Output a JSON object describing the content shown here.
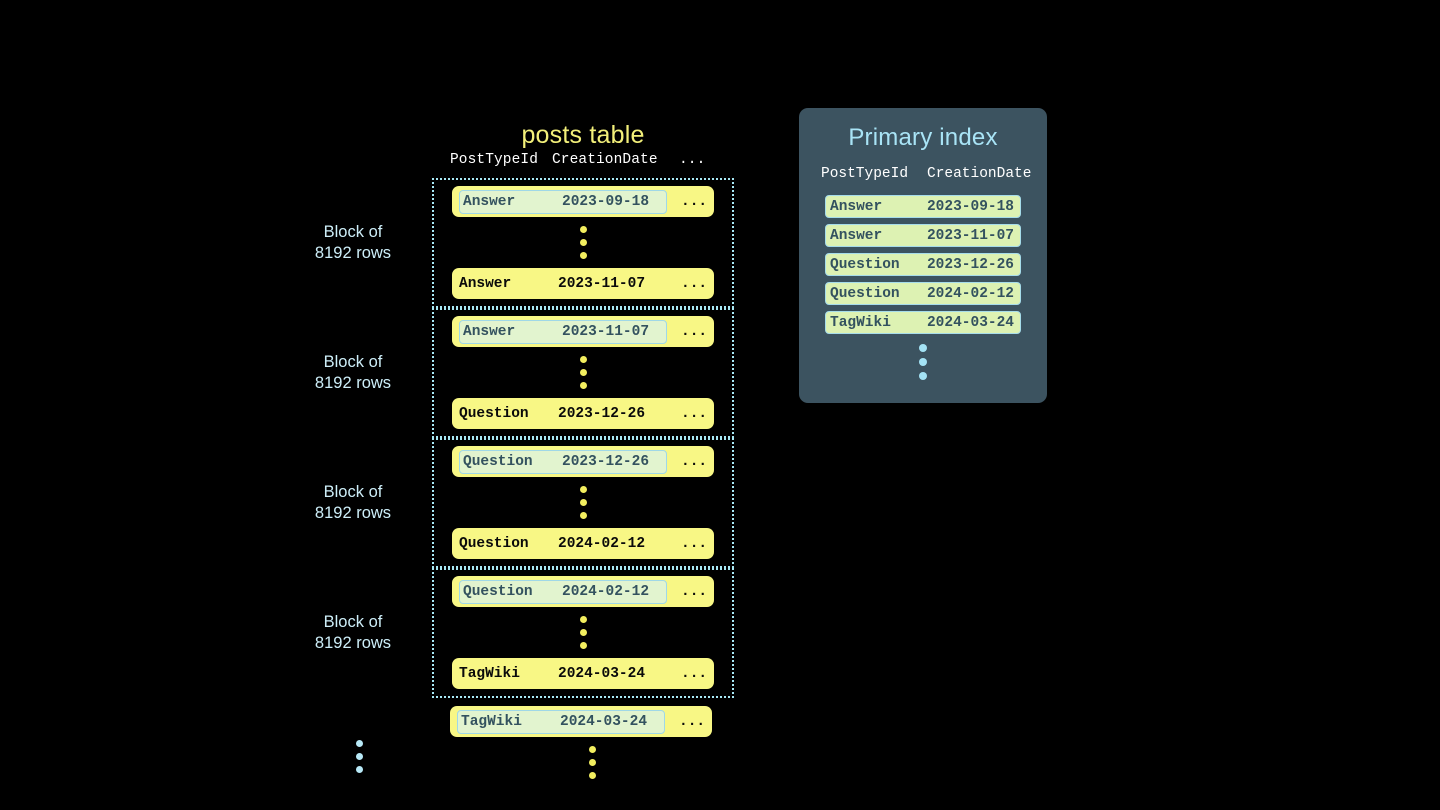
{
  "posts_table": {
    "title": "posts table",
    "columns": [
      "PostTypeId",
      "CreationDate",
      "..."
    ],
    "more_marker": "...",
    "blocks": [
      {
        "label": "Block of\n8192 rows",
        "first_row": {
          "type": "Answer",
          "date": "2023-09-18",
          "more": "...",
          "highlighted": true
        },
        "last_row": {
          "type": "Answer",
          "date": "2023-11-07",
          "more": "...",
          "highlighted": false
        }
      },
      {
        "label": "Block of\n8192 rows",
        "first_row": {
          "type": "Answer",
          "date": "2023-11-07",
          "more": "...",
          "highlighted": true
        },
        "last_row": {
          "type": "Question",
          "date": "2023-12-26",
          "more": "...",
          "highlighted": false
        }
      },
      {
        "label": "Block of\n8192 rows",
        "first_row": {
          "type": "Question",
          "date": "2023-12-26",
          "more": "...",
          "highlighted": true
        },
        "last_row": {
          "type": "Question",
          "date": "2024-02-12",
          "more": "...",
          "highlighted": false
        }
      },
      {
        "label": "Block of\n8192 rows",
        "first_row": {
          "type": "Question",
          "date": "2024-02-12",
          "more": "...",
          "highlighted": true
        },
        "last_row": {
          "type": "TagWiki",
          "date": "2024-03-24",
          "more": "...",
          "highlighted": false
        }
      }
    ],
    "tail_row": {
      "type": "TagWiki",
      "date": "2024-03-24",
      "more": "...",
      "highlighted": true
    }
  },
  "index_panel": {
    "title": "Primary index",
    "columns": [
      "PostTypeId",
      "CreationDate"
    ],
    "rows": [
      {
        "type": "Answer",
        "date": "2023-09-18"
      },
      {
        "type": "Answer",
        "date": "2023-11-07"
      },
      {
        "type": "Question",
        "date": "2023-12-26"
      },
      {
        "type": "Question",
        "date": "2024-02-12"
      },
      {
        "type": "TagWiki",
        "date": "2024-03-24"
      }
    ]
  },
  "colors": {
    "background": "#000000",
    "row_yellow": "#f8f785",
    "highlight_green": "#e2f4cf",
    "index_green": "#ddf2b3",
    "panel_slate": "#3c5360",
    "accent_cyan": "#a9e4f6",
    "title_yellow": "#f3f07a",
    "dot_yellow": "#f2ee5f"
  }
}
